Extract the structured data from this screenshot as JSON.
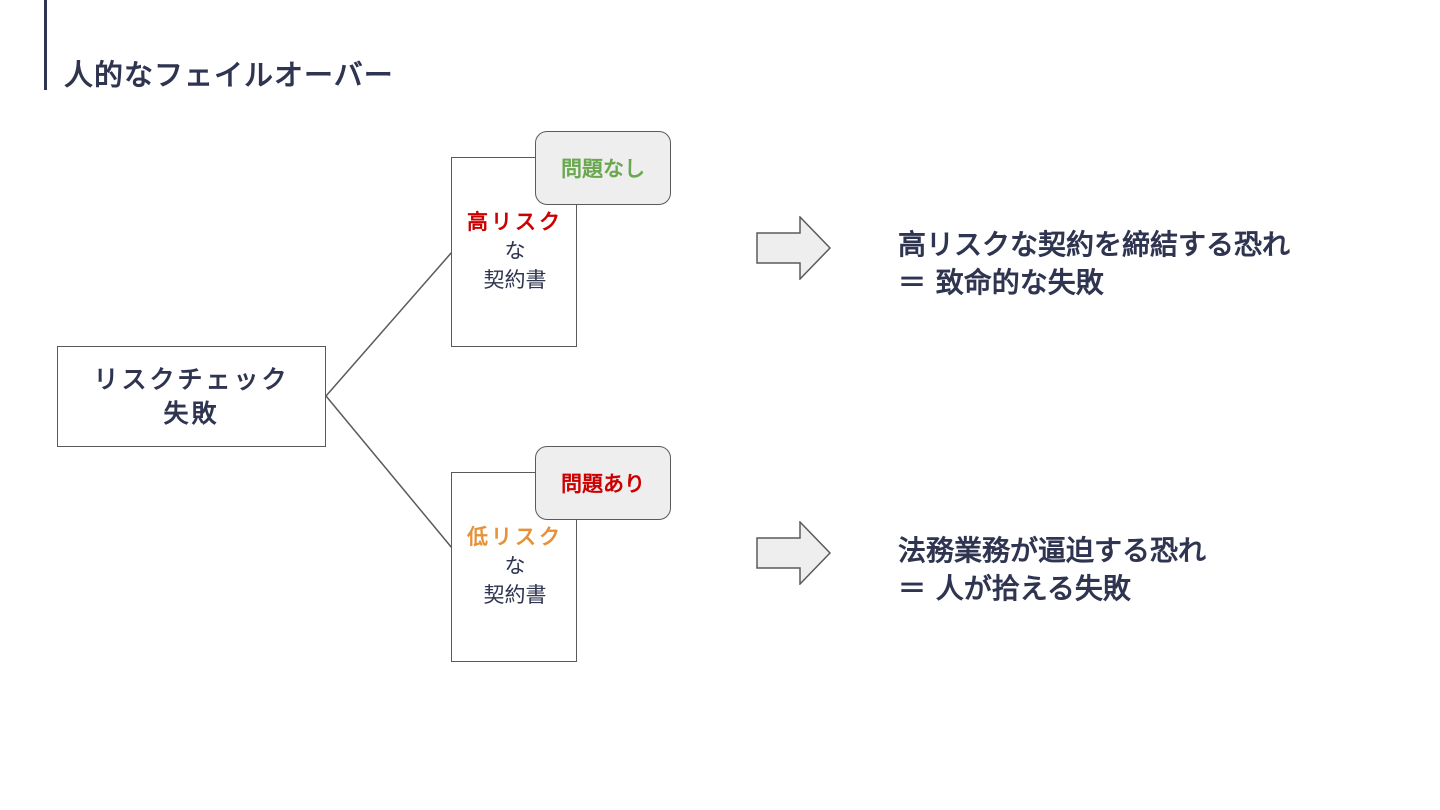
{
  "page": {
    "title": "人的なフェイルオーバー"
  },
  "source": {
    "line1": "リスクチェック",
    "line2": "失敗"
  },
  "branches": [
    {
      "tag": "問題なし",
      "tag_color": "#6aa84f",
      "risk": "高リスク",
      "risk_color": "#cc0000",
      "mid": "な",
      "doc": "契約書",
      "conclusion_line1": "高リスクな契約を締結する恐れ",
      "conclusion_line2": "＝ 致命的な失敗"
    },
    {
      "tag": "問題あり",
      "tag_color": "#cc0000",
      "risk": "低リスク",
      "risk_color": "#e69138",
      "mid": "な",
      "doc": "契約書",
      "conclusion_line1": "法務業務が逼迫する恐れ",
      "conclusion_line2": "＝ 人が拾える失敗"
    }
  ],
  "colors": {
    "text": "#2f3550",
    "border": "#5a5a5a",
    "tag_fill": "#eeeeee",
    "arrow_fill": "#eeeeee"
  }
}
